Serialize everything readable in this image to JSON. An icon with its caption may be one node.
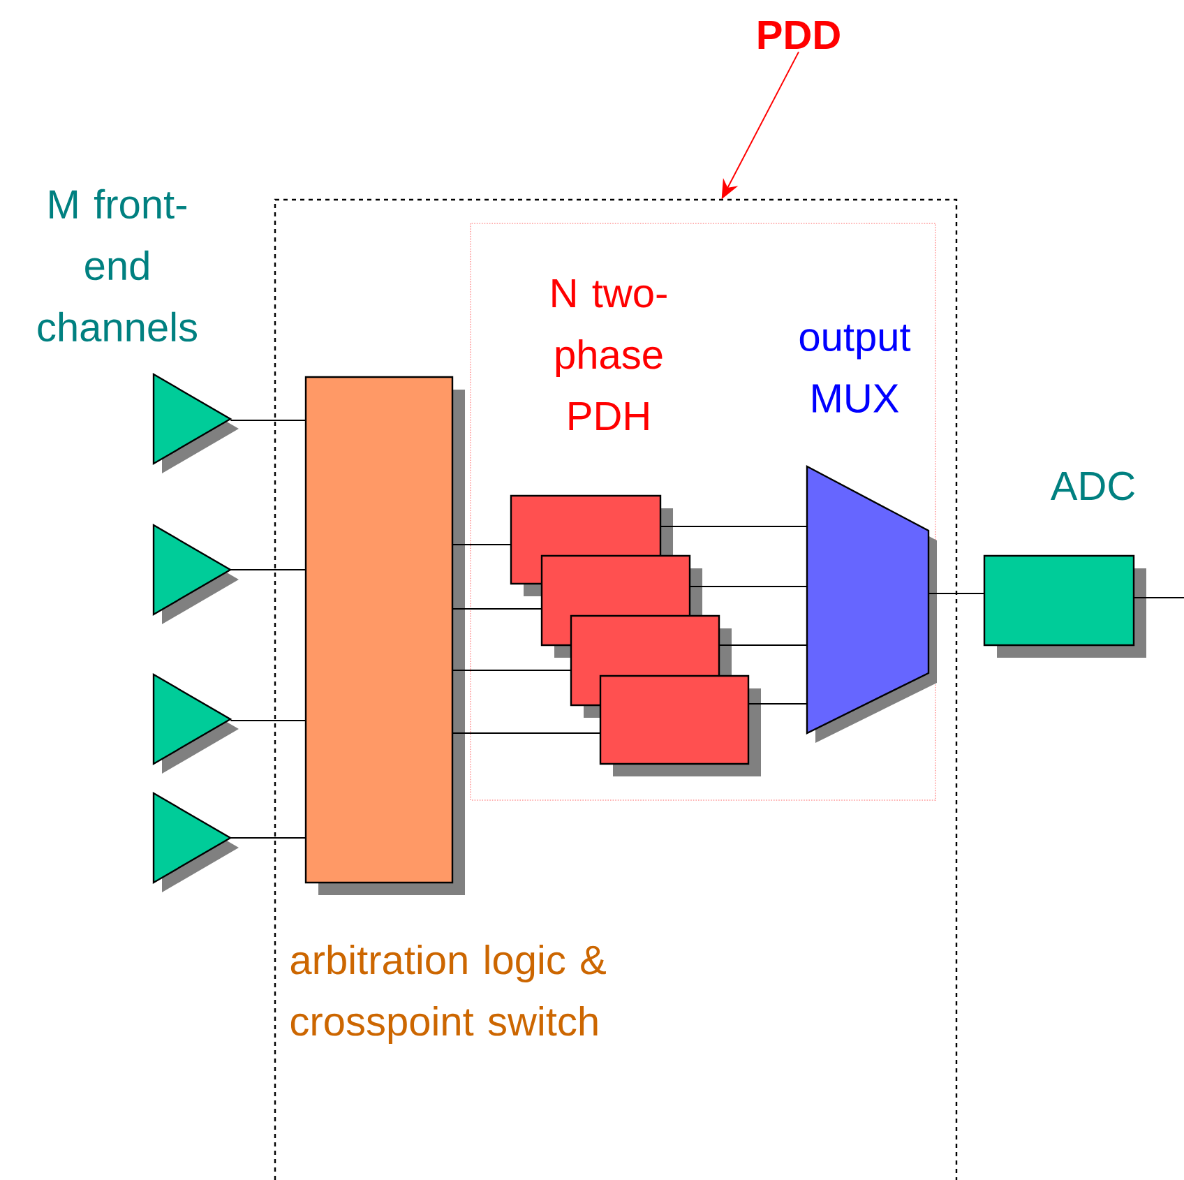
{
  "diagram": {
    "nodes": [
      {
        "text": [
          "PDD"
        ]
      },
      {
        "text": [],
        "shape": "box"
      },
      {
        "text": [],
        "shape": "triangle"
      },
      {
        "text": [],
        "shape": "triangle"
      },
      {
        "text": [],
        "shape": "triangle"
      },
      {
        "text": [],
        "shape": "triangle"
      },
      {
        "text": [
          "arbitration logic & crosspoint switch"
        ],
        "in": 1
      },
      {
        "text": [
          "N two-phase PDH"
        ],
        "in": 1
      },
      {
        "text": [],
        "shape": "box",
        "in": 7
      },
      {
        "text": [],
        "shape": "box",
        "in": 7
      },
      {
        "text": [],
        "shape": "box",
        "in": 7
      },
      {
        "text": [],
        "shape": "box",
        "in": 7
      },
      {
        "text": [
          "output MUX"
        ],
        "in": 7
      },
      {
        "text": [
          "ADC"
        ]
      }
    ],
    "edges": [
      {
        "from": 0,
        "to": 1,
        "arrow": "to",
        "color": "#ff0000"
      },
      {
        "from": 2,
        "to": 6,
        "arrow": "none"
      },
      {
        "from": 3,
        "to": 6,
        "arrow": "none"
      },
      {
        "from": 4,
        "to": 6,
        "arrow": "none"
      },
      {
        "from": 5,
        "to": 6,
        "arrow": "none"
      },
      {
        "from": 6,
        "to": 8,
        "arrow": "none"
      },
      {
        "from": 6,
        "to": 9,
        "arrow": "none"
      },
      {
        "from": 6,
        "to": 10,
        "arrow": "none"
      },
      {
        "from": 6,
        "to": 11,
        "arrow": "none"
      },
      {
        "from": 8,
        "to": 12,
        "arrow": "none"
      },
      {
        "from": 9,
        "to": 12,
        "arrow": "none"
      },
      {
        "from": 10,
        "to": 12,
        "arrow": "none"
      },
      {
        "from": 11,
        "to": 12,
        "arrow": "none"
      },
      {
        "from": 12,
        "to": 13,
        "arrow": "none"
      },
      {
        "from": 13,
        "to": null,
        "arrow": "none"
      }
    ],
    "labels": [
      "M front-end channels"
    ]
  }
}
